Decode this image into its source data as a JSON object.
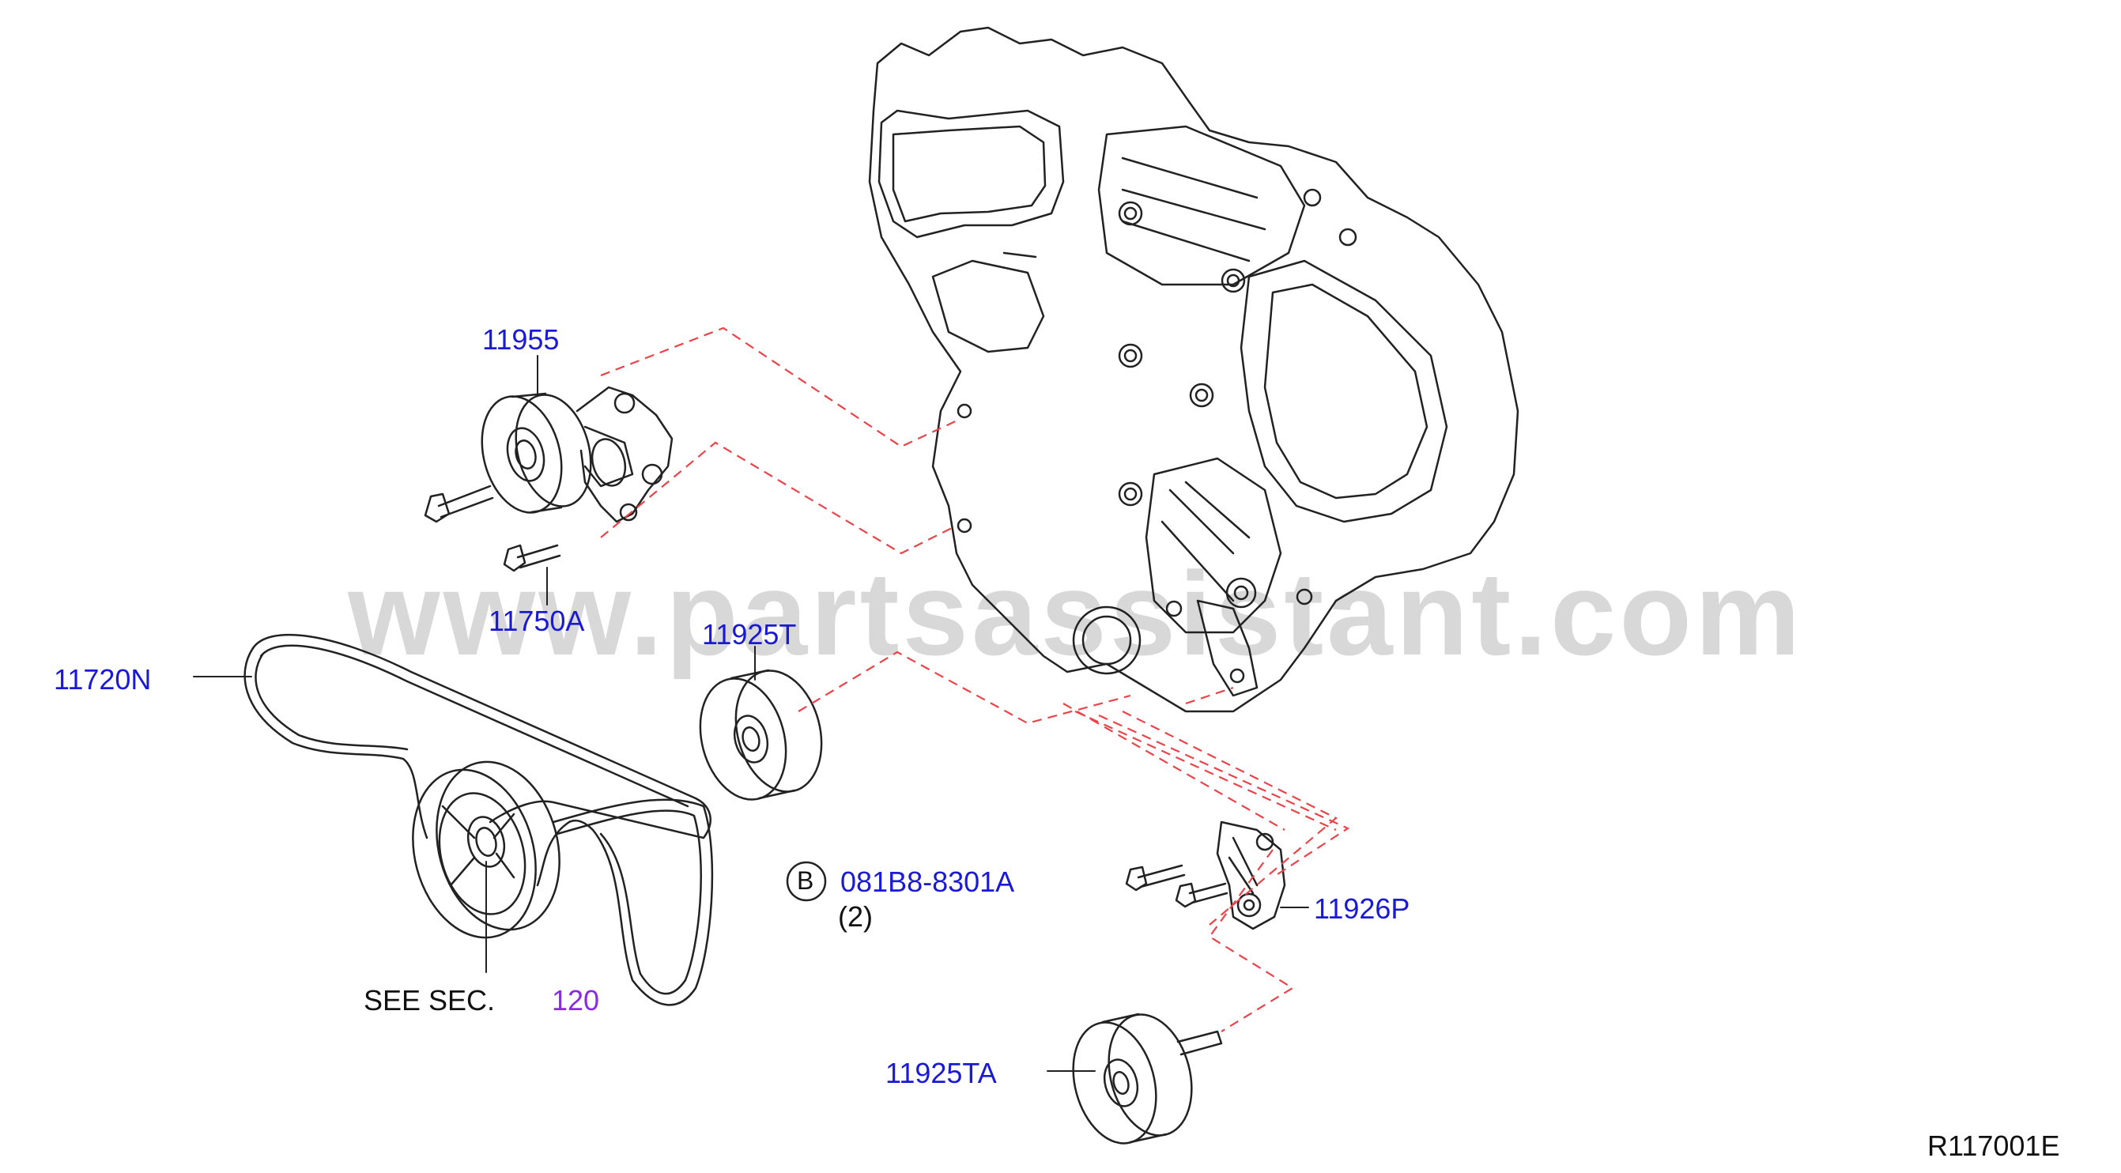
{
  "watermark": "www.partsassistant.com",
  "diagram_code": "R117001E",
  "callouts": {
    "tensioner": "11955",
    "tensioner_bolt": "11750A",
    "belt": "11720N",
    "idler_upper": "11925T",
    "bracket": "11926P",
    "idler_lower": "11925TA",
    "bolt_ref_letter": "B",
    "bolt_ref_part": "081B8-8301A",
    "bolt_ref_qty": "(2)",
    "see_sec_text": "SEE  SEC.",
    "see_sec_number": "120"
  },
  "colors": {
    "label": "#1a1ad6",
    "link": "#8a2be2",
    "leader_dash": "#e8454a",
    "line_art": "#222222",
    "watermark": "#d8d8d8"
  }
}
